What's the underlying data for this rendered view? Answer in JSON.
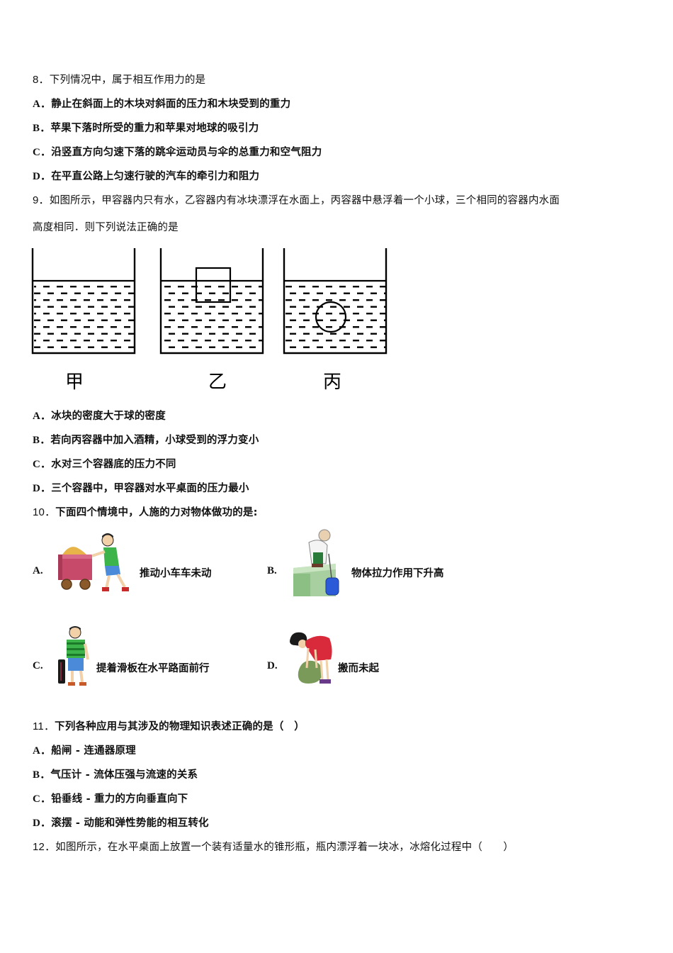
{
  "questions": {
    "q8": {
      "number": "8．",
      "stem": "下列情况中，属于相互作用力的是",
      "options": [
        {
          "label": "A．",
          "text": "静止在斜面上的木块对斜面的压力和木块受到的重力"
        },
        {
          "label": "B．",
          "text": "苹果下落时所受的重力和苹果对地球的吸引力"
        },
        {
          "label": "C．",
          "text": "沿竖直方向匀速下落的跳伞运动员与伞的总重力和空气阻力"
        },
        {
          "label": "D．",
          "text": "在平直公路上匀速行驶的汽车的牵引力和阻力"
        }
      ]
    },
    "q9": {
      "number": "9．",
      "stem_line1": "如图所示，甲容器内只有水，乙容器内有冰块漂浮在水面上，丙容器中悬浮着一个小球，三个相同的容器内水面",
      "stem_line2": "高度相同．则下列说法正确的是",
      "figure": {
        "labels": [
          "甲",
          "乙",
          "丙"
        ],
        "containers": [
          {
            "name": "甲",
            "content": "water-only"
          },
          {
            "name": "乙",
            "content": "floating-ice-block"
          },
          {
            "name": "丙",
            "content": "suspended-ball"
          }
        ]
      },
      "options": [
        {
          "label": "A．",
          "text": "冰块的密度大于球的密度"
        },
        {
          "label": "B．",
          "text": "若向丙容器中加入酒精，小球受到的浮力变小"
        },
        {
          "label": "C．",
          "text": "水对三个容器底的压力不同"
        },
        {
          "label": "D．",
          "text": "三个容器中，甲容器对水平桌面的压力最小"
        }
      ]
    },
    "q10": {
      "number": "10．",
      "stem": "下面四个情境中，人施的力对物体做功的是:",
      "options": [
        {
          "label": "A.",
          "caption": "推动小车车未动",
          "image": "boy-pushing-cart"
        },
        {
          "label": "B.",
          "caption": "物体拉力作用下升高",
          "image": "man-lifting-bucket"
        },
        {
          "label": "C.",
          "caption": "提着滑板在水平路面前行",
          "image": "boy-carrying-skateboard"
        },
        {
          "label": "D.",
          "caption": "搬而未起",
          "image": "woman-lifting-rock"
        }
      ]
    },
    "q11": {
      "number": "11．",
      "stem": "下列各种应用与其涉及的物理知识表述正确的是（　）",
      "options": [
        {
          "label": "A．",
          "text": "船闸 - 连通器原理"
        },
        {
          "label": "B．",
          "text": "气压计 - 流体压强与流速的关系"
        },
        {
          "label": "C．",
          "text": "铅垂线 - 重力的方向垂直向下"
        },
        {
          "label": "D．",
          "text": "滚摆 - 动能和弹性势能的相互转化"
        }
      ]
    },
    "q12": {
      "number": "12．",
      "stem": "如图所示，在水平桌面上放置一个装有适量水的锥形瓶，瓶内漂浮着一块冰，冰熔化过程中（　　）"
    }
  }
}
